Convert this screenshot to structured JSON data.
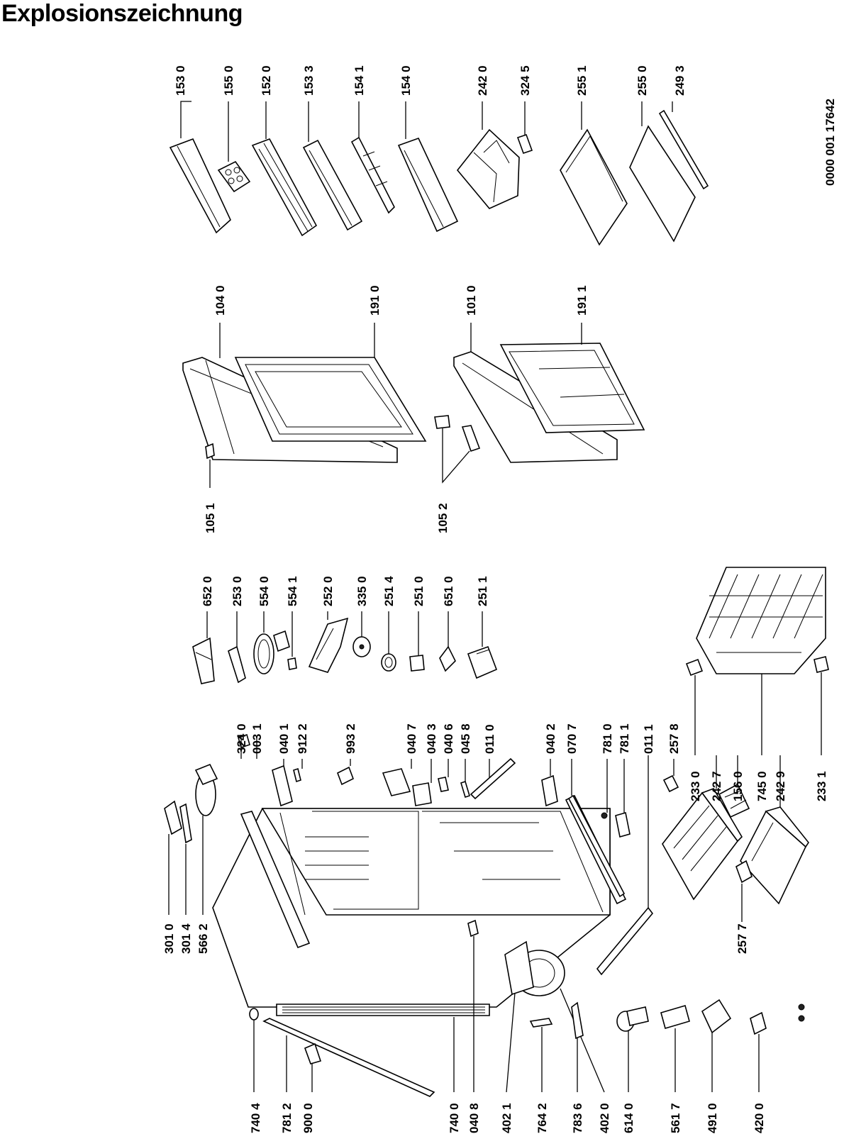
{
  "title": "Explosionszeichnung",
  "doc_number": "0000 001 17642",
  "labels": {
    "accessories": [
      "153 0",
      "155 0",
      "152 0",
      "153 3",
      "154 1",
      "154 0",
      "242 0",
      "324 5",
      "255 1",
      "255 0",
      "249 3"
    ],
    "doors_upper": [
      "104 0",
      "191 0",
      "101 0",
      "191 1"
    ],
    "doors_lower": [
      "105 1",
      "105 2"
    ],
    "controls": [
      "652 0",
      "253 0",
      "554 0",
      "554 1",
      "252 0",
      "335 0",
      "251 4",
      "251 0",
      "651 0",
      "251 1"
    ],
    "top_left": [
      "301 0",
      "301 4",
      "566 2"
    ],
    "hinges": [
      "324 0",
      "003 1",
      "040 1",
      "912 2",
      "993 2",
      "040 7",
      "040 3",
      "040 6",
      "045 8",
      "011 0",
      "040 2",
      "070 7",
      "781 0",
      "781 1",
      "011 1",
      "257 8"
    ],
    "drawers": [
      "233 0",
      "242 7",
      "156 0",
      "745 0",
      "242 9",
      "233 1",
      "257 7"
    ],
    "bottom": [
      "740 4",
      "781 2",
      "900 0",
      "740 0",
      "040 8",
      "402 1",
      "764 2",
      "783 6",
      "402 0",
      "614 0",
      "561 7",
      "491 0",
      "420 0"
    ]
  }
}
